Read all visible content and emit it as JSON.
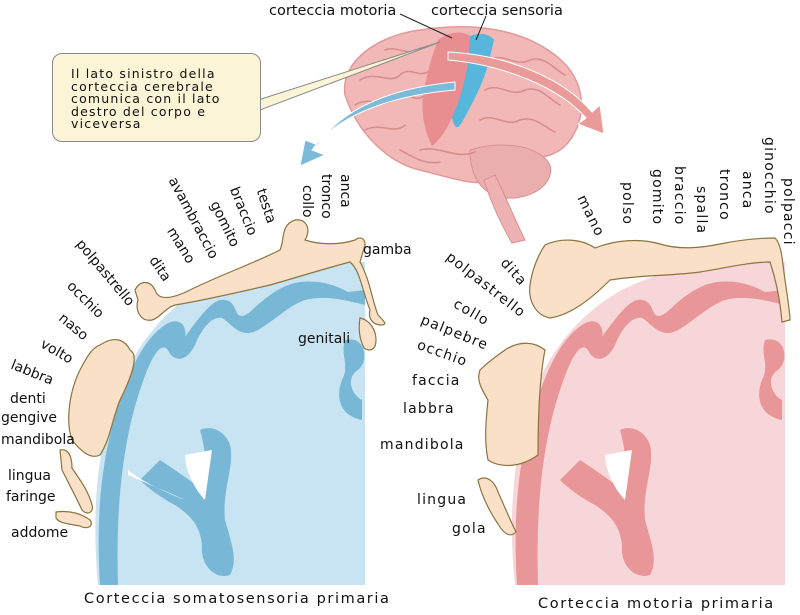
{
  "colors": {
    "sensory_dark": "#78b8d6",
    "sensory_light": "#c8e4f2",
    "motor_dark": "#e89698",
    "motor_light": "#f6d6d8",
    "skin": "#fbe0c8",
    "skin_outline": "#8a7440",
    "brain": "#f2b8b8",
    "note_bg": "#fcf4d6"
  },
  "brain_labels": {
    "motor": "corteccia motoria",
    "sensory": "corteccia sensoria"
  },
  "note": {
    "lines": [
      "Il lato sinistro della",
      "corteccia cerebrale",
      "comunica con il lato",
      "destro del corpo e",
      "viceversa"
    ]
  },
  "somatosensory": {
    "caption": "Corteccia somatosensoria primaria",
    "labels": [
      "anca",
      "tronco",
      "collo",
      "testa",
      "braccio",
      "gomito",
      "avambraccio",
      "mano",
      "dita",
      "polpastrello",
      "occhio",
      "naso",
      "volto",
      "labbra",
      "denti",
      "gengive",
      "mandibola",
      "lingua",
      "faringe",
      "addome",
      "gamba",
      "genitali"
    ]
  },
  "motor": {
    "caption": "Corteccia motoria primaria",
    "labels": [
      "polpacci",
      "ginocchio",
      "anca",
      "tronco",
      "spalla",
      "braccio",
      "gomito",
      "polso",
      "mano",
      "dita",
      "polpastrello",
      "collo",
      "palpebre",
      "occhio",
      "faccia",
      "labbra",
      "mandibola",
      "lingua",
      "gola"
    ]
  }
}
